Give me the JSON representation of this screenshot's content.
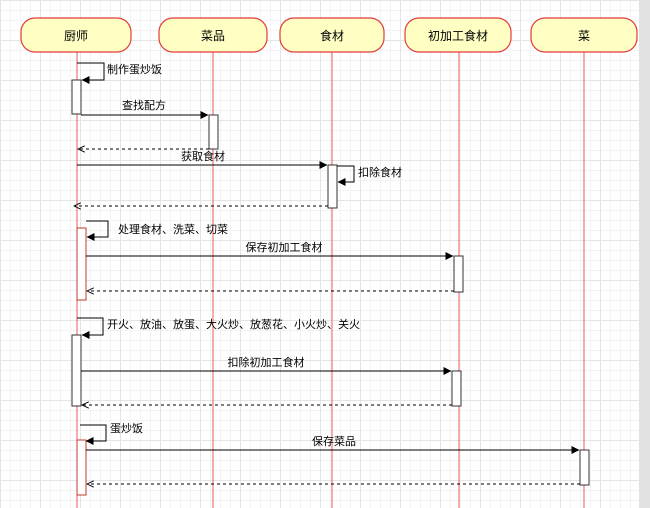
{
  "participants": [
    {
      "id": "chef",
      "label": "厨师"
    },
    {
      "id": "dish",
      "label": "菜品"
    },
    {
      "id": "ingredient",
      "label": "食材"
    },
    {
      "id": "preprocessed",
      "label": "初加工食材"
    },
    {
      "id": "food",
      "label": "菜"
    }
  ],
  "messages": [
    {
      "id": "self1",
      "type": "self",
      "from": "chef",
      "label": "制作蛋炒饭"
    },
    {
      "id": "m1",
      "type": "call",
      "from": "chef",
      "to": "dish",
      "label": "查找配方"
    },
    {
      "id": "r1",
      "type": "return",
      "from": "dish",
      "to": "chef",
      "label": ""
    },
    {
      "id": "m2",
      "type": "call",
      "from": "chef",
      "to": "ingredient",
      "label": "获取食材"
    },
    {
      "id": "self2",
      "type": "self",
      "from": "ingredient",
      "label": "扣除食材"
    },
    {
      "id": "r2",
      "type": "return",
      "from": "ingredient",
      "to": "chef",
      "label": ""
    },
    {
      "id": "self3",
      "type": "self",
      "from": "chef",
      "label": "处理食材、洗菜、切菜"
    },
    {
      "id": "m3",
      "type": "call",
      "from": "chef",
      "to": "preprocessed",
      "label": "保存初加工食材"
    },
    {
      "id": "r3",
      "type": "return",
      "from": "preprocessed",
      "to": "chef",
      "label": ""
    },
    {
      "id": "self4",
      "type": "self",
      "from": "chef",
      "label": "开火、放油、放蛋、大火炒、放葱花、小火炒、关火"
    },
    {
      "id": "m4",
      "type": "call",
      "from": "chef",
      "to": "preprocessed",
      "label": "扣除初加工食材"
    },
    {
      "id": "r4",
      "type": "return",
      "from": "preprocessed",
      "to": "chef",
      "label": ""
    },
    {
      "id": "self5",
      "type": "self",
      "from": "chef",
      "label": "蛋炒饭"
    },
    {
      "id": "m5",
      "type": "call",
      "from": "chef",
      "to": "food",
      "label": "保存菜品"
    },
    {
      "id": "r5",
      "type": "return",
      "from": "food",
      "to": "chef",
      "label": ""
    }
  ],
  "colors": {
    "header_fill": "#ffffc4",
    "header_border": "#e23b3b",
    "lifeline": "#e85a5a",
    "chef_activation_accent": "#c0392b"
  }
}
